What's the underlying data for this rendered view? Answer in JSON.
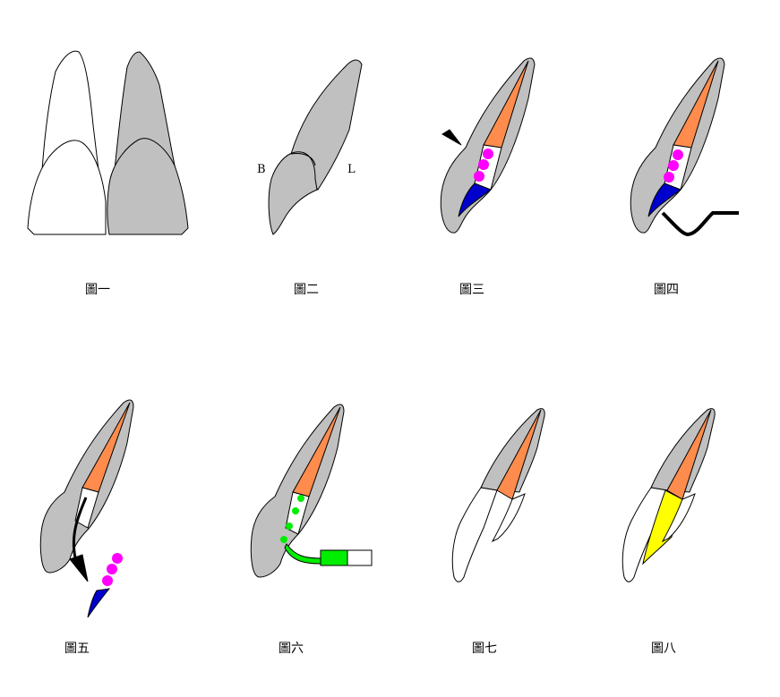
{
  "figures": [
    {
      "caption": "圖一"
    },
    {
      "caption": "圖二",
      "labels": {
        "buccal": "B",
        "lingual": "L"
      }
    },
    {
      "caption": "圖三"
    },
    {
      "caption": "圖四"
    },
    {
      "caption": "圖五"
    },
    {
      "caption": "圖六"
    },
    {
      "caption": "圖七"
    },
    {
      "caption": "圖八"
    }
  ],
  "colors": {
    "tooth": "#c0c0c0",
    "white": "#ffffff",
    "pulp": "#ff8c4d",
    "dots": "#ff00ff",
    "blue": "#0000cc",
    "green": "#00ee00",
    "yellow": "#ffff00",
    "stroke": "#000000"
  }
}
